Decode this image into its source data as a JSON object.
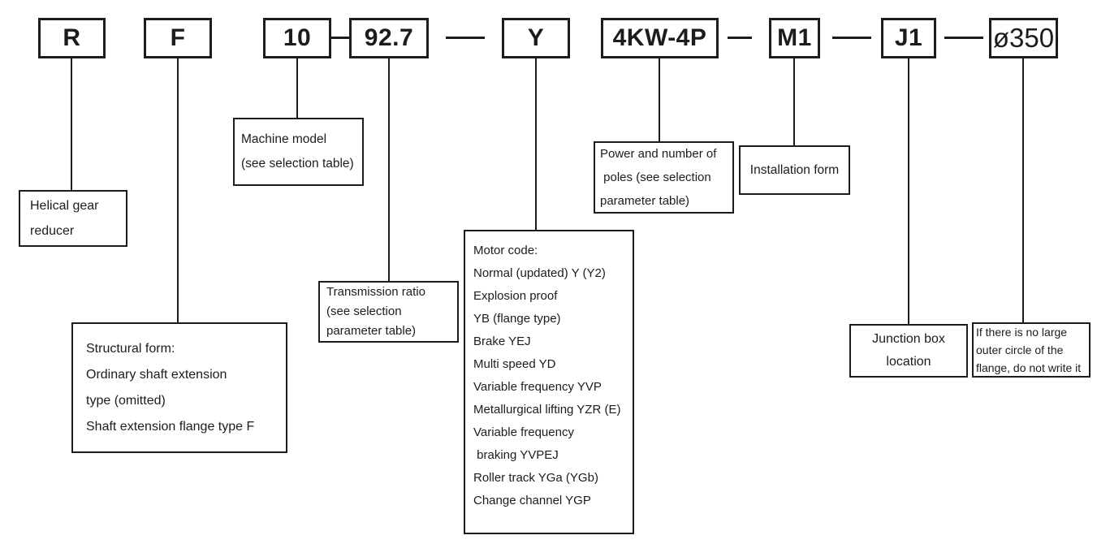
{
  "codes": {
    "reducer": "R",
    "structural": "F",
    "model": "10",
    "ratio": "92.7",
    "motor": "Y",
    "power": "4KW-4P",
    "installation": "M1",
    "junction": "J1",
    "flange": "ø350"
  },
  "notes": {
    "reducer": {
      "lines": [
        "Helical gear",
        "reducer"
      ]
    },
    "model": {
      "lines": [
        "Machine model",
        "(see selection table)"
      ]
    },
    "structural": {
      "lines": [
        "Structural form:",
        "Ordinary shaft extension",
        "type (omitted)",
        "Shaft extension flange type F"
      ]
    },
    "ratio": {
      "lines": [
        "Transmission ratio",
        "(see selection",
        "parameter table)"
      ]
    },
    "motor": {
      "lines": [
        "Motor code:",
        "Normal (updated) Y (Y2)",
        "Explosion proof",
        "YB (flange type)",
        "Brake YEJ",
        "Multi speed YD",
        "Variable frequency YVP",
        "Metallurgical lifting YZR (E)",
        "Variable frequency",
        " braking YVPEJ",
        "Roller track YGa (YGb)",
        "Change channel YGP"
      ]
    },
    "power": {
      "lines": [
        "Power and number of",
        " poles (see selection",
        "parameter table)"
      ]
    },
    "installation": {
      "lines": [
        "Installation form"
      ]
    },
    "junction": {
      "lines": [
        "Junction box",
        "location"
      ]
    },
    "flange": {
      "lines": [
        "If there is no large",
        "outer circle of the",
        "flange, do not write it"
      ]
    }
  },
  "colors": {
    "ink": "#1c1c1c",
    "background": "#ffffff"
  }
}
